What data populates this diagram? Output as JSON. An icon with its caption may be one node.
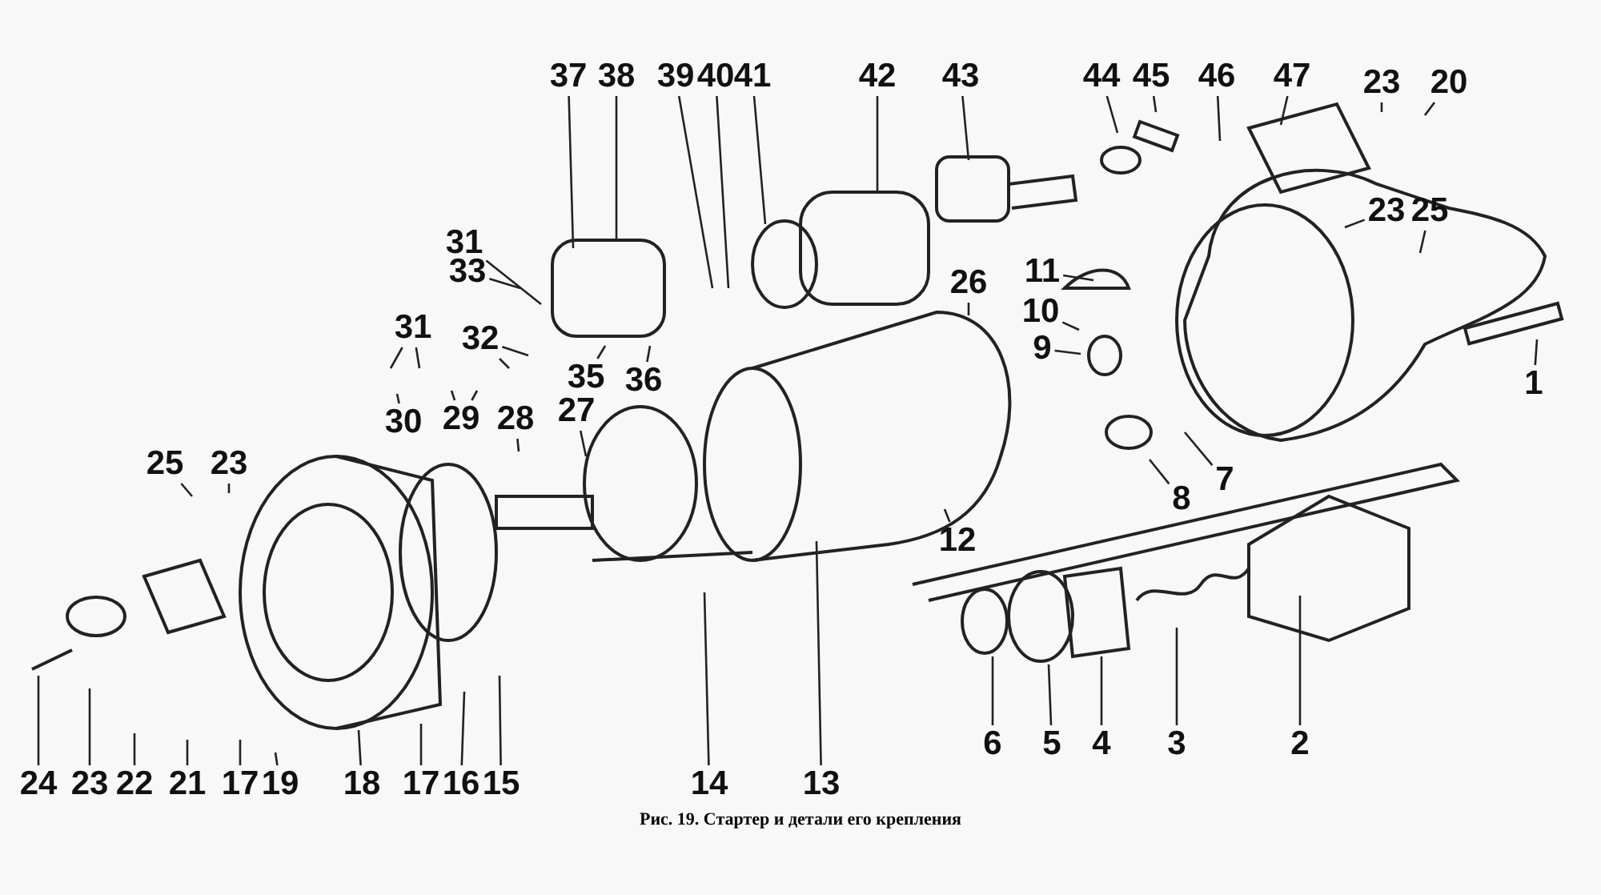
{
  "diagram": {
    "caption": "Рис. 19. Стартер и детали его крепления",
    "nodes": [
      {
        "text": [
          "37"
        ]
      },
      {
        "text": [
          "38"
        ]
      },
      {
        "text": [
          "39"
        ]
      },
      {
        "text": [
          "40"
        ]
      },
      {
        "text": [
          "41"
        ]
      },
      {
        "text": [
          "42"
        ]
      },
      {
        "text": [
          "43"
        ]
      },
      {
        "text": [
          "44"
        ]
      },
      {
        "text": [
          "45"
        ]
      },
      {
        "text": [
          "46"
        ]
      },
      {
        "text": [
          "47"
        ]
      },
      {
        "text": [
          "23"
        ]
      },
      {
        "text": [
          "20"
        ]
      },
      {
        "text": [
          "23"
        ]
      },
      {
        "text": [
          "25"
        ]
      },
      {
        "text": [
          "31"
        ]
      },
      {
        "text": [
          "33"
        ]
      },
      {
        "text": [
          "11"
        ]
      },
      {
        "text": [
          "26"
        ]
      },
      {
        "text": [
          "31"
        ]
      },
      {
        "text": [
          "32"
        ]
      },
      {
        "text": [
          "10"
        ]
      },
      {
        "text": [
          "9"
        ]
      },
      {
        "text": [
          "35"
        ]
      },
      {
        "text": [
          "36"
        ]
      },
      {
        "text": [
          "1"
        ]
      },
      {
        "text": [
          "30"
        ]
      },
      {
        "text": [
          "29"
        ]
      },
      {
        "text": [
          "28"
        ]
      },
      {
        "text": [
          "27"
        ]
      },
      {
        "text": [
          "25"
        ]
      },
      {
        "text": [
          "23"
        ]
      },
      {
        "text": [
          "7"
        ]
      },
      {
        "text": [
          "8"
        ]
      },
      {
        "text": [
          "12"
        ]
      },
      {
        "text": [
          "6"
        ]
      },
      {
        "text": [
          "5"
        ]
      },
      {
        "text": [
          "4"
        ]
      },
      {
        "text": [
          "3"
        ]
      },
      {
        "text": [
          "2"
        ]
      },
      {
        "text": [
          "24"
        ]
      },
      {
        "text": [
          "23"
        ]
      },
      {
        "text": [
          "22"
        ]
      },
      {
        "text": [
          "21"
        ]
      },
      {
        "text": [
          "17"
        ]
      },
      {
        "text": [
          "19"
        ]
      },
      {
        "text": [
          "18"
        ]
      },
      {
        "text": [
          "17"
        ]
      },
      {
        "text": [
          "16"
        ]
      },
      {
        "text": [
          "15"
        ]
      },
      {
        "text": [
          "14"
        ]
      },
      {
        "text": [
          "13"
        ]
      }
    ],
    "edges": [
      {
        "from": 0,
        "to": null,
        "arrow": "none"
      },
      {
        "from": 1,
        "to": null,
        "arrow": "none"
      },
      {
        "from": 2,
        "to": null,
        "arrow": "none"
      },
      {
        "from": 3,
        "to": null,
        "arrow": "none"
      },
      {
        "from": 4,
        "to": null,
        "arrow": "none"
      },
      {
        "from": 5,
        "to": null,
        "arrow": "none"
      },
      {
        "from": 6,
        "to": null,
        "arrow": "none"
      },
      {
        "from": 7,
        "to": null,
        "arrow": "none"
      },
      {
        "from": 8,
        "to": null,
        "arrow": "none"
      },
      {
        "from": 9,
        "to": null,
        "arrow": "none"
      },
      {
        "from": 10,
        "to": null,
        "arrow": "none"
      },
      {
        "from": 11,
        "to": null,
        "arrow": "none"
      },
      {
        "from": 12,
        "to": null,
        "arrow": "none"
      },
      {
        "from": 13,
        "to": null,
        "arrow": "none"
      },
      {
        "from": 14,
        "to": null,
        "arrow": "none"
      },
      {
        "from": 15,
        "to": null,
        "arrow": "none"
      },
      {
        "from": 16,
        "to": null,
        "arrow": "none"
      },
      {
        "from": 17,
        "to": null,
        "arrow": "none"
      },
      {
        "from": 18,
        "to": null,
        "arrow": "none"
      },
      {
        "from": 19,
        "to": null,
        "arrow": "none"
      },
      {
        "from": 20,
        "to": null,
        "arrow": "none"
      },
      {
        "from": 21,
        "to": null,
        "arrow": "none"
      },
      {
        "from": 22,
        "to": null,
        "arrow": "none"
      },
      {
        "from": 23,
        "to": null,
        "arrow": "none"
      },
      {
        "from": 24,
        "to": null,
        "arrow": "none"
      },
      {
        "from": 25,
        "to": null,
        "arrow": "none"
      },
      {
        "from": 26,
        "to": null,
        "arrow": "none"
      },
      {
        "from": 27,
        "to": null,
        "arrow": "none"
      },
      {
        "from": 28,
        "to": null,
        "arrow": "none"
      },
      {
        "from": 29,
        "to": null,
        "arrow": "none"
      },
      {
        "from": 30,
        "to": null,
        "arrow": "none"
      },
      {
        "from": 31,
        "to": null,
        "arrow": "none"
      },
      {
        "from": 32,
        "to": null,
        "arrow": "none"
      },
      {
        "from": 33,
        "to": null,
        "arrow": "none"
      },
      {
        "from": 34,
        "to": null,
        "arrow": "none"
      },
      {
        "from": 35,
        "to": null,
        "arrow": "none"
      },
      {
        "from": 36,
        "to": null,
        "arrow": "none"
      },
      {
        "from": 37,
        "to": null,
        "arrow": "none"
      },
      {
        "from": 38,
        "to": null,
        "arrow": "none"
      },
      {
        "from": 39,
        "to": null,
        "arrow": "none"
      },
      {
        "from": 40,
        "to": null,
        "arrow": "none"
      },
      {
        "from": 41,
        "to": null,
        "arrow": "none"
      },
      {
        "from": 42,
        "to": null,
        "arrow": "none"
      },
      {
        "from": 43,
        "to": null,
        "arrow": "none"
      },
      {
        "from": 44,
        "to": null,
        "arrow": "none"
      },
      {
        "from": 45,
        "to": null,
        "arrow": "none"
      },
      {
        "from": 46,
        "to": null,
        "arrow": "none"
      },
      {
        "from": 47,
        "to": null,
        "arrow": "none"
      },
      {
        "from": 48,
        "to": null,
        "arrow": "none"
      },
      {
        "from": 49,
        "to": null,
        "arrow": "none"
      },
      {
        "from": 50,
        "to": null,
        "arrow": "none"
      },
      {
        "from": 51,
        "to": null,
        "arrow": "none"
      }
    ]
  }
}
